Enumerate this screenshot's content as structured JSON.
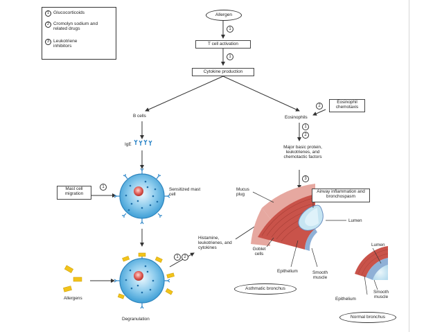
{
  "legend": {
    "items": [
      {
        "num": "1",
        "text": "Glucocorticoids"
      },
      {
        "num": "2",
        "text": "Cromolyn sodium and related drugs"
      },
      {
        "num": "3",
        "text": "Leukotriene inhibitors"
      }
    ]
  },
  "nodes": {
    "allergen": "Allergen",
    "t_cell": "T cell activation",
    "cytokine": "Cytokine production",
    "b_cells": "B cells",
    "eosinophils": "Eosinophils",
    "eos_chemotaxis": "Eosinophil chemotaxis",
    "ige": "IgE",
    "major_basic": "Major basic protein, leukotrienes, and chemotactic factors",
    "mast_migration": "Mast cell migration",
    "sensitized": "Sensitized mast cell",
    "airway": "Airway inflammation and bronchospasm",
    "mucus": "Mucus plug",
    "lumen": "Lumen",
    "histamine": "Histamine, leukotrienes, and cytokines",
    "goblet": "Goblet cells",
    "epithelium": "Epithelium",
    "smooth_muscle": "Smooth muscle",
    "asthmatic": "Asthmatic bronchus",
    "normal_lumen": "Lumen",
    "normal_epithelium": "Epithelium",
    "normal_smooth": "Smooth muscle",
    "normal_bronchus": "Normal bronchus",
    "allergens": "Allergens",
    "degranulation": "Degranulation"
  },
  "markers": {
    "one": "1",
    "two": "2",
    "three": "3"
  },
  "colors": {
    "cell_blue": "#3f9fd6",
    "nucleus_red": "#d9443a",
    "granule_yellow": "#f2c31a",
    "airway_red": "#c9534a",
    "lumen_blue": "#c6e5f2"
  }
}
